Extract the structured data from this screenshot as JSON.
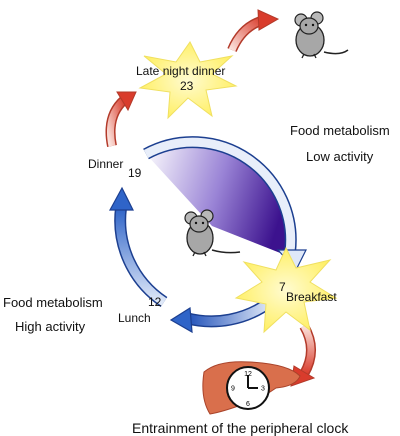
{
  "labels": {
    "late_night_dinner": "Late night dinner",
    "late_night_time": "23",
    "dinner": "Dinner",
    "dinner_time": "19",
    "lunch_time": "12",
    "lunch": "Lunch",
    "breakfast_time": "7",
    "breakfast": "Breakfast",
    "night_food_metabolism": "Food metabolism",
    "night_activity": "Low activity",
    "day_food_metabolism": "Food metabolism",
    "day_activity": "High activity",
    "caption": "Entrainment of the peripheral clock"
  },
  "clock": {
    "numbers": [
      "12",
      "3",
      "6",
      "9"
    ]
  },
  "colors": {
    "star_fill": "#fff59a",
    "arrow_red": "#e04a3a",
    "arrow_blue": "#2f64c8",
    "night_purple": "#4a1a9c",
    "liver": "#d96f4c"
  }
}
